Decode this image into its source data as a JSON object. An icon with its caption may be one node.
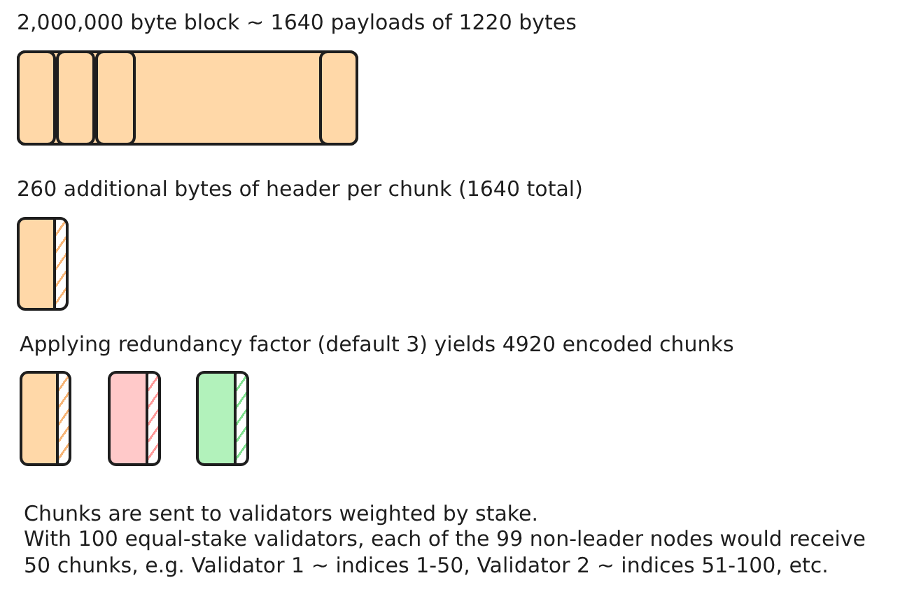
{
  "diagram": {
    "nodes": [
      {
        "text": [
          "2,000,000 byte block ~ 1640 payloads of 1220 bytes"
        ]
      },
      {
        "text": [],
        "shape": "box",
        "in": 0
      },
      {
        "text": [],
        "shape": "box",
        "in": 0
      },
      {
        "text": [],
        "shape": "box",
        "in": 0
      },
      {
        "text": [],
        "shape": "box",
        "in": 0
      },
      {
        "text": [],
        "shape": "box"
      },
      {
        "text": [],
        "shape": "box"
      },
      {
        "text": [],
        "shape": "box"
      },
      {
        "text": [],
        "shape": "box"
      }
    ],
    "labels": [
      "260 additional bytes of header per chunk (1640 total)",
      "Applying redundancy factor (default 3) yields 4920 encoded chunks",
      "Chunks are sent to validators weighted by stake.",
      "With 100 equal-stake validators, each of the 99 non-leader nodes would receive 50 chunks, e.g. Validator 1 ~ indices 1-50, Validator 2 ~ indices 51-100, etc."
    ]
  }
}
